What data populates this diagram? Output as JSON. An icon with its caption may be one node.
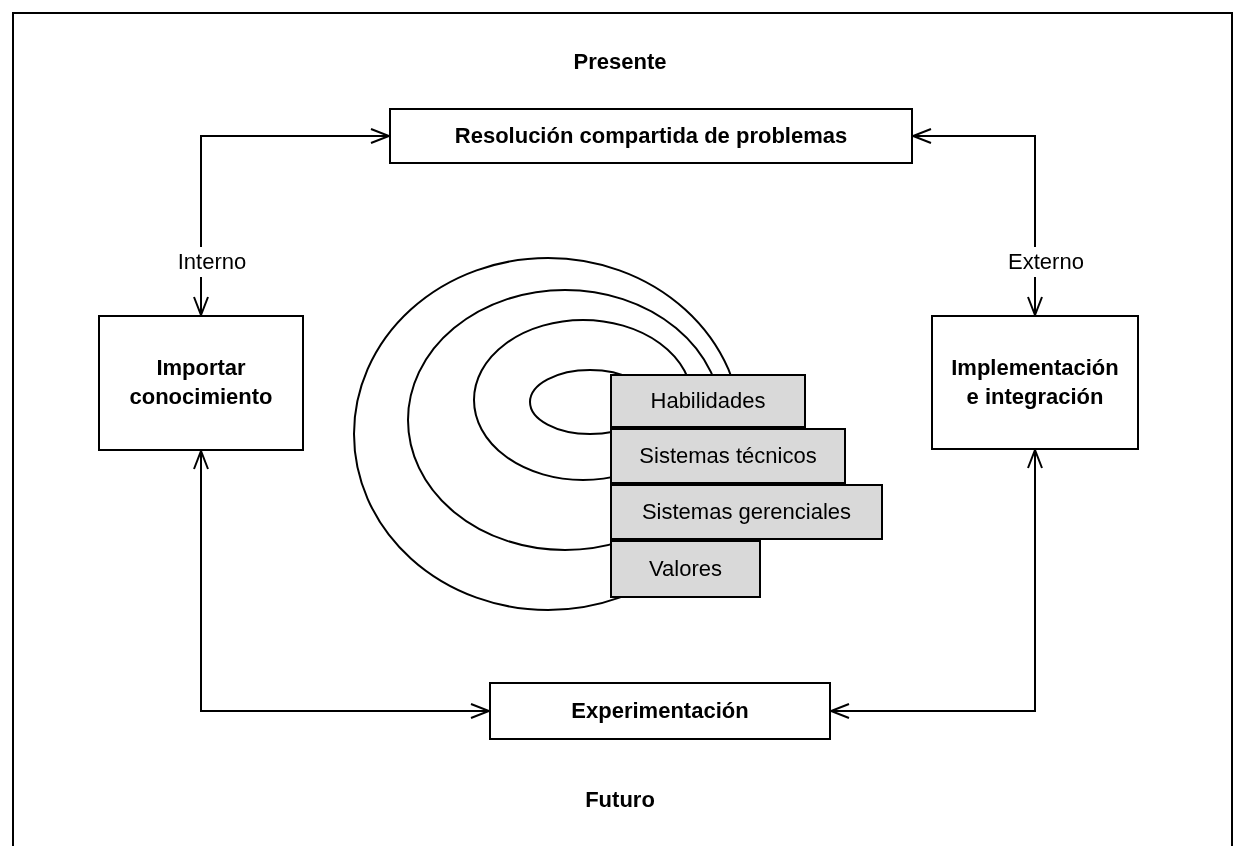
{
  "diagram": {
    "nodes": [
      {
        "text": [
          "Resolución compartida de problemas"
        ]
      },
      {
        "text": [
          "Importar conocimiento"
        ]
      },
      {
        "text": [
          "Implementación e integración"
        ]
      },
      {
        "text": [
          "Habilidades"
        ]
      },
      {
        "text": [
          "Sistemas técnicos"
        ]
      },
      {
        "text": [
          "Sistemas gerenciales"
        ]
      },
      {
        "text": [
          "Valores"
        ]
      },
      {
        "text": [
          "Experimentación"
        ]
      }
    ],
    "edges": [
      {
        "from": 1,
        "to": 0,
        "arrow": "both"
      },
      {
        "from": 0,
        "to": 2,
        "arrow": "both"
      },
      {
        "from": 1,
        "to": 7,
        "arrow": "both"
      },
      {
        "from": 2,
        "to": 7,
        "arrow": "both"
      }
    ],
    "labels": [
      "Presente",
      "Interno",
      "Externo",
      "Futuro"
    ]
  }
}
